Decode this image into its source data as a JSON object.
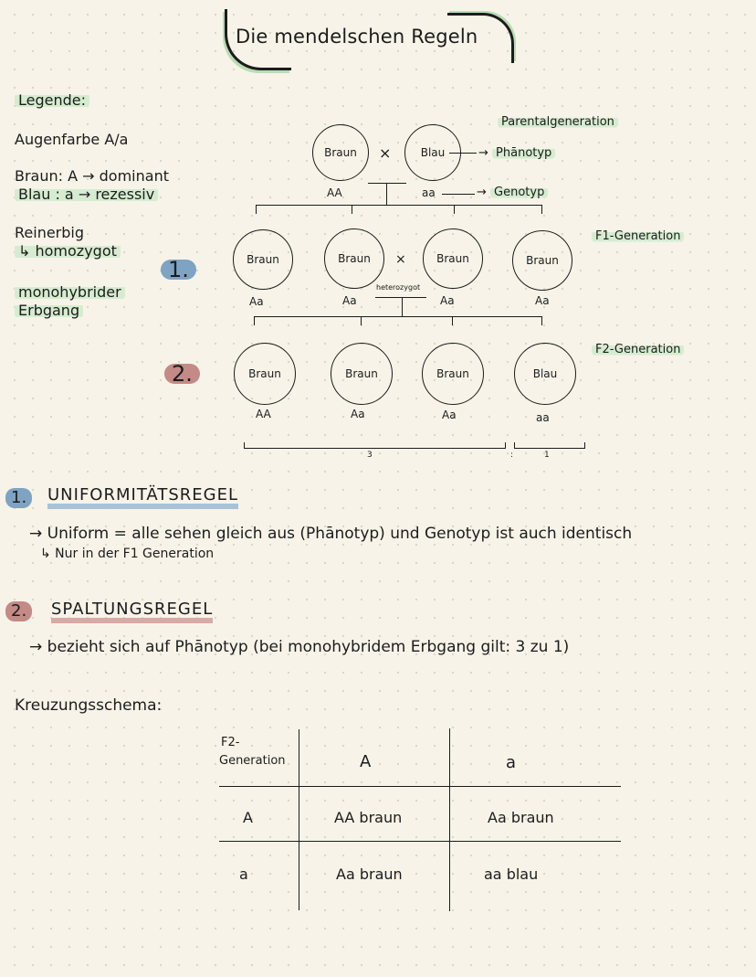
{
  "title": "Die mendelschen Regeln",
  "legend": {
    "heading": "Legende:",
    "trait": "Augenfarbe A/a",
    "dominant": "Braun: A → dominant",
    "recessive": "Blau  : a → rezessiv",
    "homozygous_term": "Reinerbig",
    "homozygous_def": "↳ homozygot",
    "monohybrid_line1": "monohybrider",
    "monohybrid_line2": "Erbgang"
  },
  "diagram": {
    "parental": {
      "label": "Parentalgeneration",
      "phenotype_label": "Phānotyp",
      "genotype_label": "Genotyp",
      "cross_symbol": "×",
      "parents": [
        {
          "phenotype": "Braun",
          "genotype": "AA"
        },
        {
          "phenotype": "Blau",
          "genotype": "aa"
        }
      ]
    },
    "f1": {
      "badge": "1.",
      "label": "F1-Generation",
      "cross_symbol": "×",
      "cross_note": "heterozygot",
      "members": [
        {
          "phenotype": "Braun",
          "genotype": "Aa"
        },
        {
          "phenotype": "Braun",
          "genotype": "Aa"
        },
        {
          "phenotype": "Braun",
          "genotype": "Aa"
        },
        {
          "phenotype": "Braun",
          "genotype": "Aa"
        }
      ]
    },
    "f2": {
      "badge": "2.",
      "label": "F2-Generation",
      "members": [
        {
          "phenotype": "Braun",
          "genotype": "AA"
        },
        {
          "phenotype": "Braun",
          "genotype": "Aa"
        },
        {
          "phenotype": "Braun",
          "genotype": "Aa"
        },
        {
          "phenotype": "Blau",
          "genotype": "aa"
        }
      ],
      "ratio_left": "3",
      "ratio_sep": ":",
      "ratio_right": "1"
    }
  },
  "rules": [
    {
      "number": "1.",
      "title": "UNIFORMITÄTSREGEL",
      "lines": [
        "→ Uniform = alle sehen gleich aus (Phānotyp) und Genotyp ist auch identisch",
        "↳ Nur in der F1 Generation"
      ],
      "color": "#7ea3c3"
    },
    {
      "number": "2.",
      "title": "SPALTUNGSREGEL",
      "lines": [
        "→ bezieht sich auf Phānotyp (bei monohybridem Erbgang gilt: 3 zu 1)"
      ],
      "color": "#c38a86"
    }
  ],
  "punnett": {
    "heading": "Kreuzungsschema:",
    "corner": [
      "F2-",
      "Generation"
    ],
    "col_headers": [
      "A",
      "a"
    ],
    "rows": [
      {
        "header": "A",
        "cells": [
          "AA braun",
          "Aa braun"
        ]
      },
      {
        "header": "a",
        "cells": [
          "Aa braun",
          "aa blau"
        ]
      }
    ]
  },
  "colors": {
    "paper": "#f7f3e8",
    "ink": "#1c1c1c",
    "highlight_green": "#d6ecd0",
    "badge_blue": "#7ea3c3",
    "badge_red": "#c38a86"
  }
}
